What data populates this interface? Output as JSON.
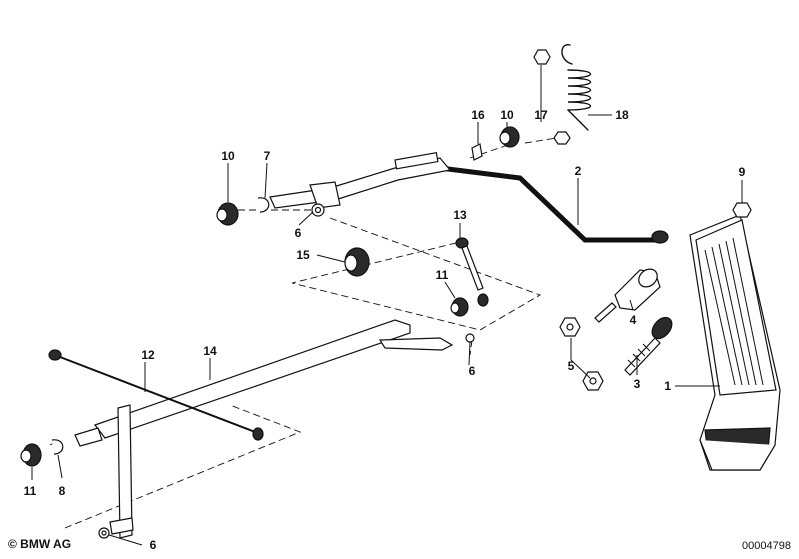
{
  "callouts": [
    {
      "id": "1",
      "label": "1"
    },
    {
      "id": "2",
      "label": "2"
    },
    {
      "id": "3",
      "label": "3"
    },
    {
      "id": "4",
      "label": "4"
    },
    {
      "id": "5",
      "label": "5"
    },
    {
      "id": "6a",
      "label": "6"
    },
    {
      "id": "6b",
      "label": "6"
    },
    {
      "id": "6c",
      "label": "6"
    },
    {
      "id": "7",
      "label": "7"
    },
    {
      "id": "8",
      "label": "8"
    },
    {
      "id": "9",
      "label": "9"
    },
    {
      "id": "10a",
      "label": "10"
    },
    {
      "id": "10b",
      "label": "10"
    },
    {
      "id": "11a",
      "label": "11"
    },
    {
      "id": "11b",
      "label": "11"
    },
    {
      "id": "12",
      "label": "12"
    },
    {
      "id": "13",
      "label": "13"
    },
    {
      "id": "14",
      "label": "14"
    },
    {
      "id": "15",
      "label": "15"
    },
    {
      "id": "16",
      "label": "16"
    },
    {
      "id": "17",
      "label": "17"
    },
    {
      "id": "18",
      "label": "18"
    }
  ],
  "footer": {
    "copyright": "© BMW AG",
    "drawing_number": "00004798"
  }
}
